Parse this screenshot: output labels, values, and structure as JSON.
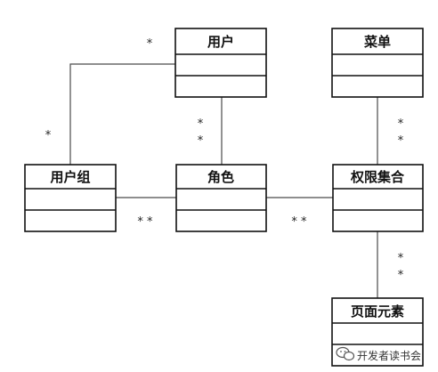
{
  "classes": {
    "user": "用户",
    "menu": "菜单",
    "user_group": "用户组",
    "role": "角色",
    "permission_set": "权限集合",
    "page_element": "页面元素"
  },
  "multiplicities": {
    "user_to_group_user_end": "*",
    "user_to_group_group_end": "*",
    "user_to_role_a": "*",
    "user_to_role_b": "*",
    "group_to_role": "* *",
    "role_to_permission": "* *",
    "menu_to_permission_a": "*",
    "menu_to_permission_b": "*",
    "permission_to_element_a": "*",
    "permission_to_element_b": "*"
  },
  "watermark": {
    "text": "开发者读书会",
    "icon": "wechat-icon"
  }
}
